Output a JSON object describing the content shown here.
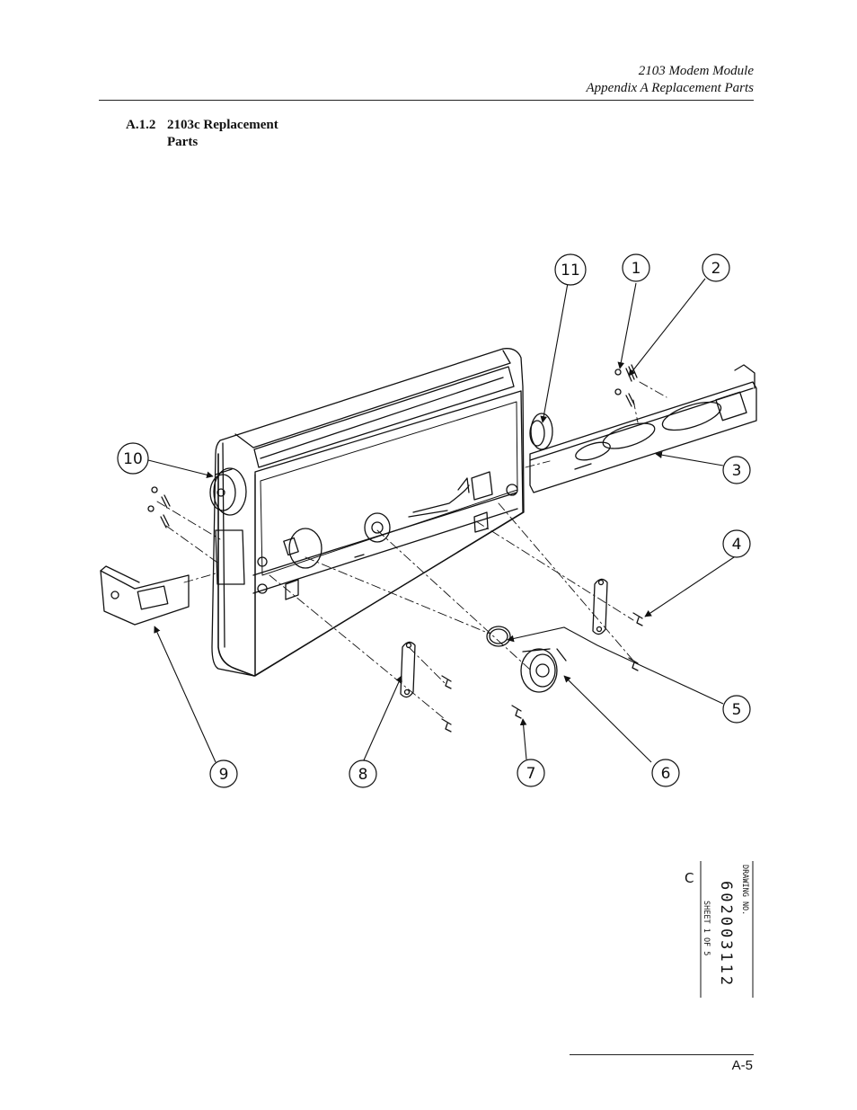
{
  "header": {
    "line1": "2103 Modem Module",
    "line2": "Appendix A  Replacement Parts"
  },
  "section": {
    "number": "A.1.2",
    "title": "2103c Replacement Parts"
  },
  "callouts": [
    "1",
    "2",
    "3",
    "4",
    "5",
    "6",
    "7",
    "8",
    "9",
    "10",
    "11"
  ],
  "title_block": {
    "revision": "C",
    "drawing_no_label": "DRAWING NO.",
    "drawing_no": "602003112",
    "sheet": "SHEET 1 OF 5"
  },
  "footer": {
    "page_number": "A-5"
  }
}
